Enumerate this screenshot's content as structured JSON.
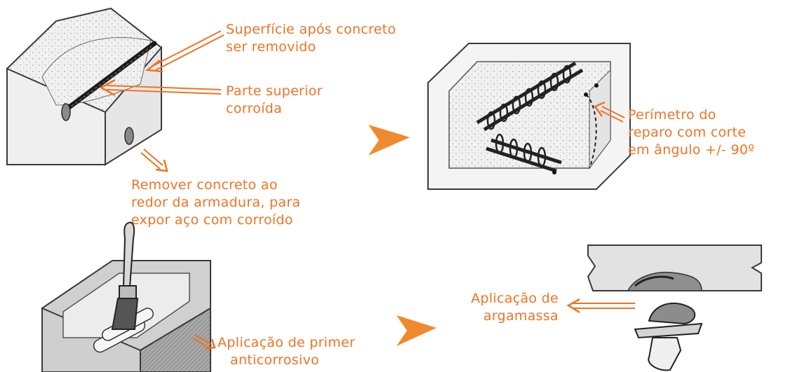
{
  "colors": {
    "accent": "#ee7424",
    "arrow": "#f08a2e",
    "line": "#3a3a3a",
    "concrete": "#e8e8e8",
    "concrete_dark": "#9a9a9a"
  },
  "icons": [
    "chevron-arrow-icon",
    "double-line-arrow-icon",
    "paint-brush-icon",
    "trowel-hand-icon"
  ],
  "labels": {
    "surface": [
      "Superfície após concreto",
      "ser removido"
    ],
    "corroded": [
      "Parte superior",
      "corroída"
    ],
    "perimeter": [
      "Perímetro do",
      "reparo com corte",
      "em ângulo +/- 90º"
    ],
    "remove": [
      "Remover concreto ao",
      "redor da armadura, para",
      "expor aço com corroído"
    ],
    "primer": [
      "Aplicação de primer",
      "anticorrosivo"
    ],
    "mortar": [
      "Aplicação de",
      "argamassa"
    ]
  }
}
